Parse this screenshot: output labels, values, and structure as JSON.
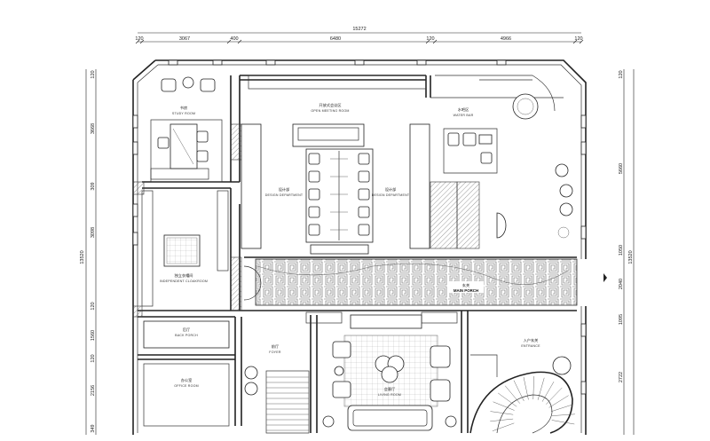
{
  "dimensions": {
    "top_total": "15272",
    "top_segments": [
      "120",
      "3067",
      "400",
      "6480",
      "120",
      "4966",
      "120"
    ],
    "left_total": "13520",
    "left_segments": [
      "120",
      "3668",
      "309",
      "3098",
      "120",
      "1560",
      "120",
      "2156",
      "349"
    ],
    "right_total": "13520",
    "right_segments": [
      "120",
      "5660",
      "1050",
      "2040",
      "1095",
      "2722"
    ]
  },
  "rooms": [
    {
      "id": "study",
      "cn": "书房",
      "en": "STUDY ROOM"
    },
    {
      "id": "open-meeting",
      "cn": "开放式会议区",
      "en": "OPEN MEETING ROOM"
    },
    {
      "id": "water-bar",
      "cn": "水吧区",
      "en": "WATER BAR"
    },
    {
      "id": "design-dept-left",
      "cn": "设计部",
      "en": "DESIGN DEPARTMENT"
    },
    {
      "id": "design-dept-right",
      "cn": "设计部",
      "en": "DESIGN DEPARTMENT"
    },
    {
      "id": "cloakroom",
      "cn": "独立衣帽间",
      "en": "INDEPENDENT CLOAKROOM"
    },
    {
      "id": "main-porch",
      "cn": "玄关",
      "en": "MAIN PORCH"
    },
    {
      "id": "back-porch",
      "cn": "后厅",
      "en": "BACK PORCH"
    },
    {
      "id": "office",
      "cn": "办公室",
      "en": "OFFICE ROOM"
    },
    {
      "id": "foyer",
      "cn": "前厅",
      "en": "FOYER"
    },
    {
      "id": "living",
      "cn": "会客厅",
      "en": "LIVING ROOM"
    },
    {
      "id": "entrance",
      "cn": "入户玄关",
      "en": "ENTRANCE"
    }
  ],
  "icons": [
    "compass-icon",
    "door-arrow-icon"
  ],
  "colors": {
    "line": "#222222",
    "paper": "#ffffff"
  }
}
